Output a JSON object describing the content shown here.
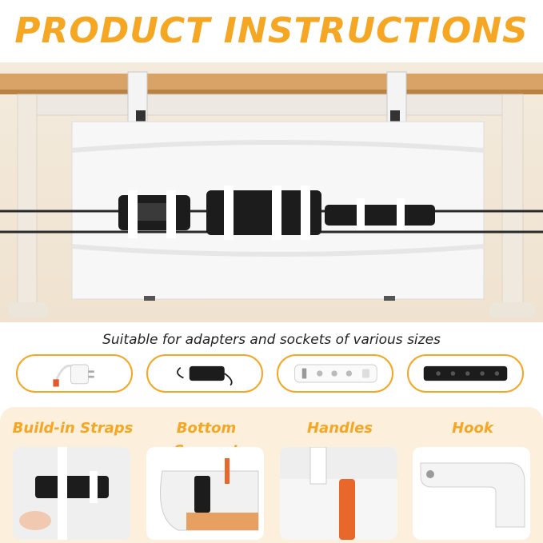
{
  "title": "PRODUCT INSTRUCTIONS",
  "caption": "Suitable for adapters and sockets of various sizes",
  "compatible_items": [
    {
      "icon": "phone-charger-icon"
    },
    {
      "icon": "laptop-adapter-icon"
    },
    {
      "icon": "white-power-strip-icon"
    },
    {
      "icon": "black-power-strip-icon"
    }
  ],
  "features": [
    {
      "label": "Build-in Straps",
      "icon": "strap-icon"
    },
    {
      "label": "Bottom Support",
      "icon": "bottom-support-icon"
    },
    {
      "label": "Handles",
      "icon": "handle-icon"
    },
    {
      "label": "Hook",
      "icon": "hook-icon"
    }
  ],
  "colors": {
    "accent": "#f5a623",
    "panel": "#fcefdc",
    "desk": "#d9a266",
    "tray": "#f7f7f7",
    "strip": "#1c1c1c",
    "strap": "#e8672a"
  }
}
